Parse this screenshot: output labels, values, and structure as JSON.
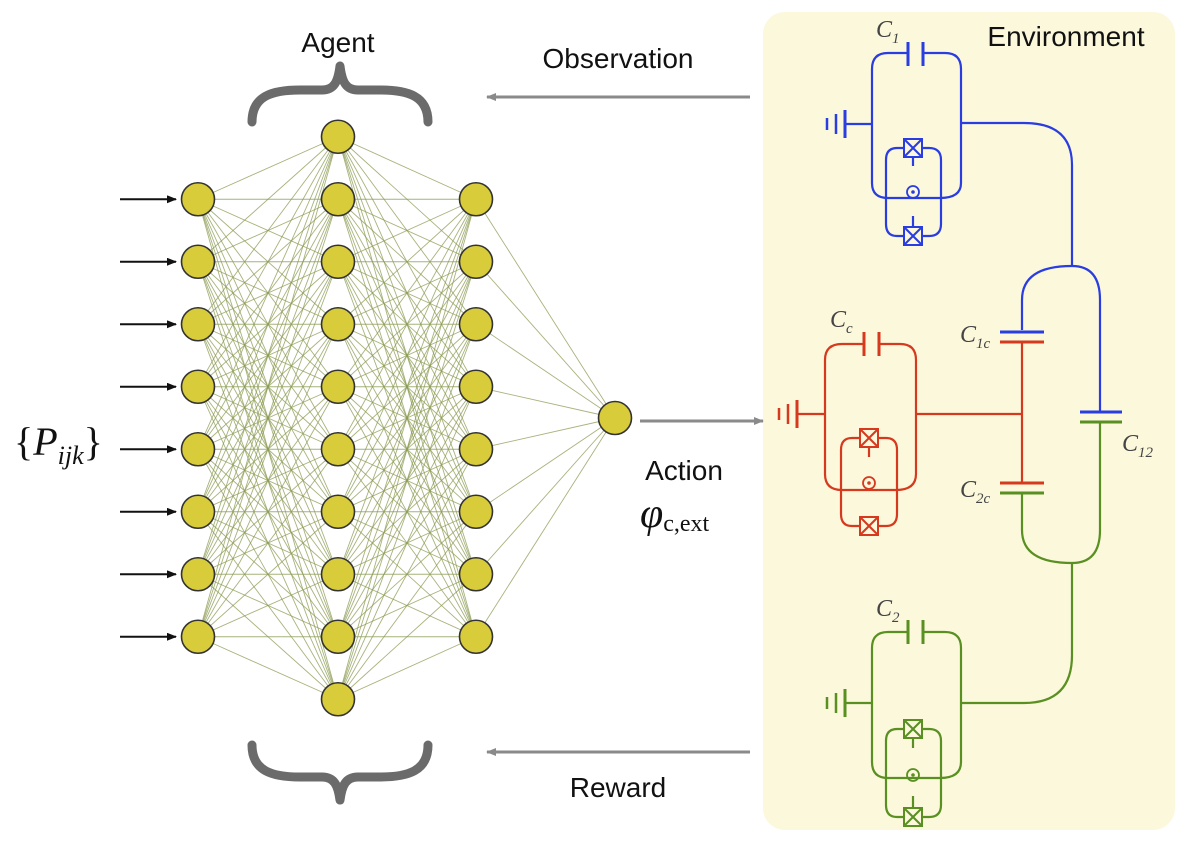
{
  "labels": {
    "agent": "Agent",
    "observation": "Observation",
    "environment": "Environment",
    "action": "Action",
    "action_symbol": "φ",
    "action_subscript": "c,ext",
    "reward": "Reward",
    "input_open": "{",
    "input_symbol": "P",
    "input_subscript": "ijk",
    "input_close": "}"
  },
  "capacitors": {
    "c1": {
      "symbol": "C",
      "sub": "1"
    },
    "c2": {
      "symbol": "C",
      "sub": "2"
    },
    "cc": {
      "symbol": "C",
      "sub": "c"
    },
    "c1c": {
      "symbol": "C",
      "sub": "1c"
    },
    "c2c": {
      "symbol": "C",
      "sub": "2c"
    },
    "c12": {
      "symbol": "C",
      "sub": "12"
    }
  },
  "network": {
    "layers": [
      8,
      10,
      8,
      1
    ],
    "node_color": "#d8cc3a",
    "edge_color": "#8a9a50"
  },
  "colors": {
    "qubit1": "#2a3de0",
    "coupler": "#d63a1e",
    "qubit2": "#5a8f22",
    "panel": "#fbf8dc",
    "arrow": "#8a8a8a",
    "brace": "#6b6b6b"
  }
}
